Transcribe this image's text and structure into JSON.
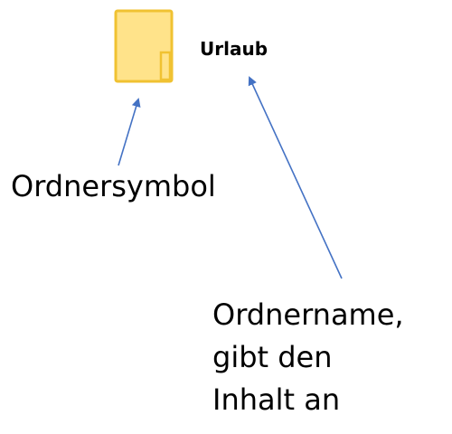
{
  "diagram": {
    "folder": {
      "icon": "folder-icon",
      "name": "Urlaub",
      "fill_color": "#FFE38A",
      "border_color": "#F0C232"
    },
    "callouts": {
      "icon_label": "Ordnersymbol",
      "name_label_lines": [
        "Ordnername,",
        "gibt den",
        "Inhalt an"
      ]
    },
    "arrow_color": "#4472C4"
  }
}
